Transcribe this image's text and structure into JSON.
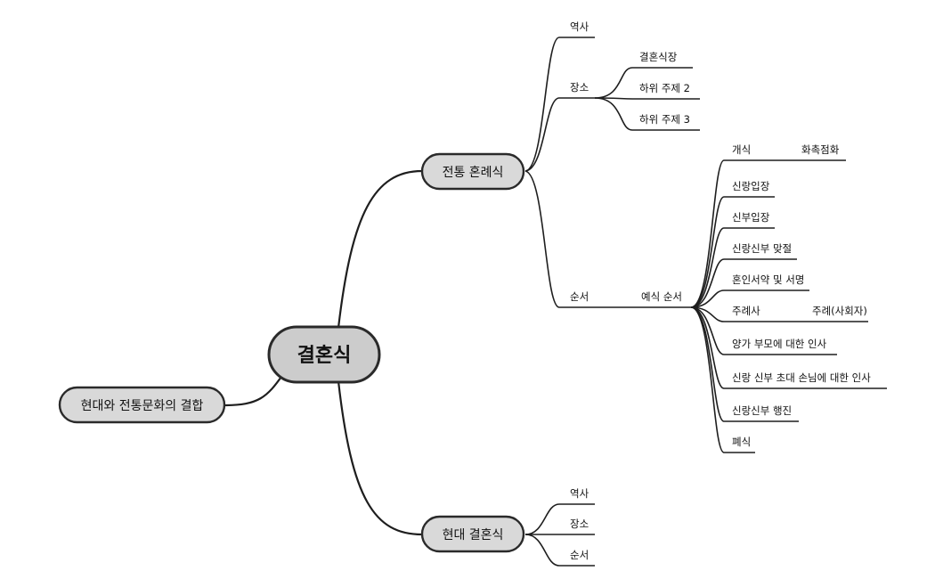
{
  "mindmap": {
    "root": "결혼식",
    "left_branch": "현대와 전통문화의 결합",
    "traditional": {
      "title": "전통 혼례식",
      "history": "역사",
      "venue": {
        "label": "장소",
        "children": [
          "결혼식장",
          "하위 주제 2",
          "하위 주제 3"
        ]
      },
      "order": {
        "label": "순서",
        "ceremony": {
          "label": "예식 순서",
          "steps": [
            {
              "label": "개식",
              "detail": "화촉점화"
            },
            {
              "label": "신랑입장",
              "detail": ""
            },
            {
              "label": "신부입장",
              "detail": ""
            },
            {
              "label": "신랑신부 맞절",
              "detail": ""
            },
            {
              "label": "혼인서약 및 서명",
              "detail": ""
            },
            {
              "label": "주례사",
              "detail": "주례(사회자)"
            },
            {
              "label": "양가 부모에 대한 인사",
              "detail": ""
            },
            {
              "label": "신랑 신부 초대 손님에 대한 인사",
              "detail": ""
            },
            {
              "label": "신랑신부 행진",
              "detail": ""
            },
            {
              "label": "폐식",
              "detail": ""
            }
          ]
        }
      }
    },
    "modern": {
      "title": "현대 결혼식",
      "children": [
        "역사",
        "장소",
        "순서"
      ]
    }
  }
}
